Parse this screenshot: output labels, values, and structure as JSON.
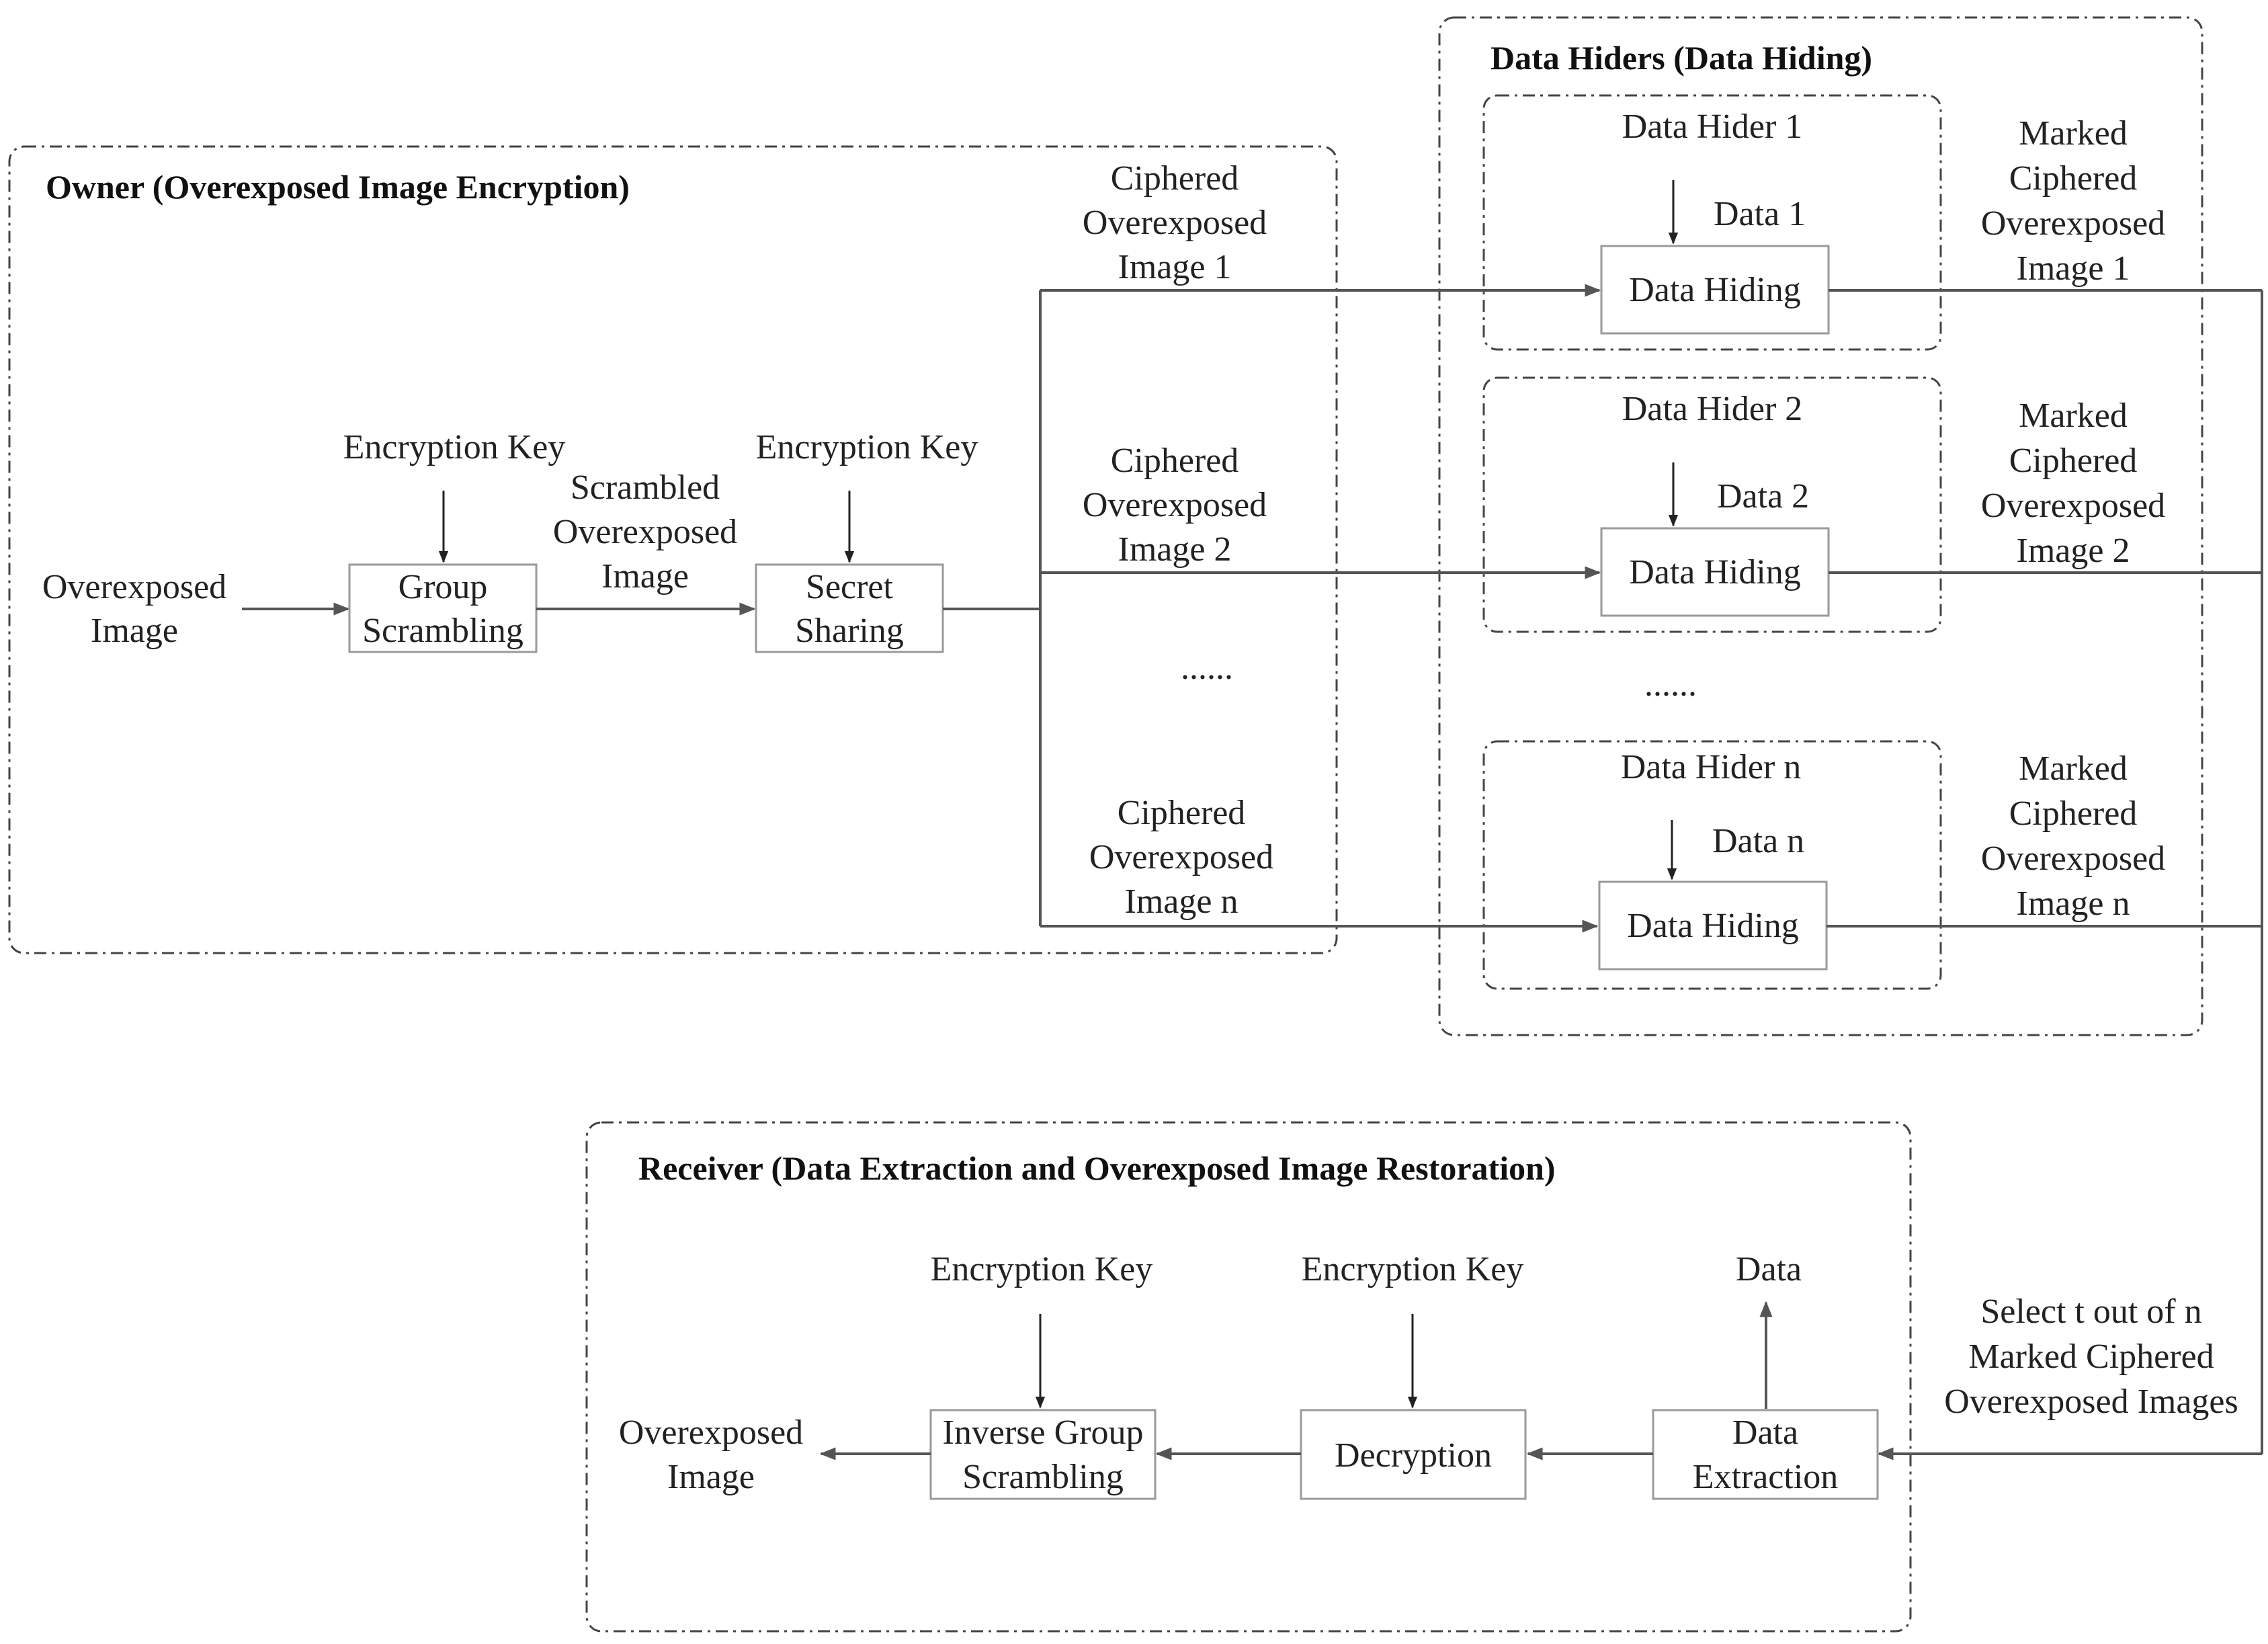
{
  "groups": {
    "owner": "Owner (Overexposed Image Encryption)",
    "hiders": "Data Hiders (Data Hiding)",
    "receiver": "Receiver (Data Extraction and Overexposed Image Restoration)"
  },
  "owner": {
    "input": [
      "Overexposed",
      "Image"
    ],
    "key_a": "Encryption Key",
    "key_b": "Encryption Key",
    "scramble_box": [
      "Group",
      "Scrambling"
    ],
    "scrambled": [
      "Scrambled",
      "Overexposed",
      "Image"
    ],
    "share_box": [
      "Secret",
      "Sharing"
    ],
    "ciphered_1": [
      "Ciphered",
      "Overexposed",
      "Image 1"
    ],
    "ciphered_2": [
      "Ciphered",
      "Overexposed",
      "Image 2"
    ],
    "ciphered_n": [
      "Ciphered",
      "Overexposed",
      "Image n"
    ],
    "ellipsis": "......"
  },
  "hiders": {
    "hider_1": "Data Hider 1",
    "hider_2": "Data Hider 2",
    "hider_n": "Data Hider n",
    "data_1": "Data 1",
    "data_2": "Data 2",
    "data_n": "Data n",
    "hiding_box": "Data Hiding",
    "ellipsis": "......",
    "marked_1": [
      "Marked",
      "Ciphered",
      "Overexposed",
      "Image 1"
    ],
    "marked_2": [
      "Marked",
      "Ciphered",
      "Overexposed",
      "Image 2"
    ],
    "marked_n": [
      "Marked",
      "Ciphered",
      "Overexposed",
      "Image n"
    ]
  },
  "receiver": {
    "select": [
      "Select t out of n",
      "Marked Ciphered",
      "Overexposed Images"
    ],
    "data_out": "Data",
    "extract_box": [
      "Data",
      "Extraction"
    ],
    "key_dec": "Encryption Key",
    "decrypt_box": "Decryption",
    "key_inv": "Encryption Key",
    "inverse_box": [
      "Inverse Group",
      "Scrambling"
    ],
    "output": [
      "Overexposed",
      "Image"
    ]
  }
}
